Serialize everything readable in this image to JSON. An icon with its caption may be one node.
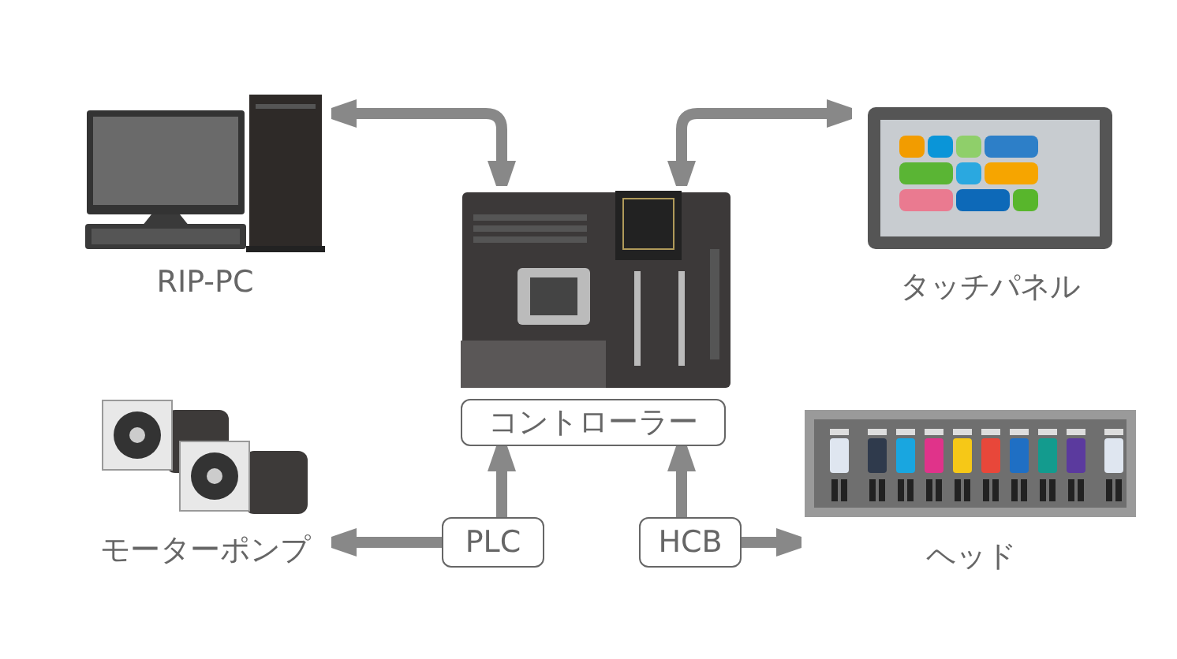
{
  "diagram": {
    "nodes": [
      {
        "text": [
          "RIP-PC"
        ]
      },
      {
        "text": [],
        "shape": "picture"
      },
      {
        "text": [
          "コントローラー"
        ]
      },
      {
        "text": [
          "タッチパネル"
        ]
      },
      {
        "text": [
          "モーターポンプ"
        ]
      },
      {
        "text": [
          "PLC"
        ]
      },
      {
        "text": [
          "HCB"
        ]
      },
      {
        "text": [
          "ヘッド"
        ]
      }
    ],
    "edges": [
      {
        "from": 0,
        "to": 1,
        "arrow": "both"
      },
      {
        "from": 1,
        "to": 3,
        "arrow": "both"
      },
      {
        "from": 5,
        "to": 2,
        "arrow": "to"
      },
      {
        "from": 5,
        "to": 4,
        "arrow": "to"
      },
      {
        "from": 6,
        "to": 2,
        "arrow": "to"
      },
      {
        "from": 6,
        "to": 7,
        "arrow": "to"
      }
    ]
  }
}
